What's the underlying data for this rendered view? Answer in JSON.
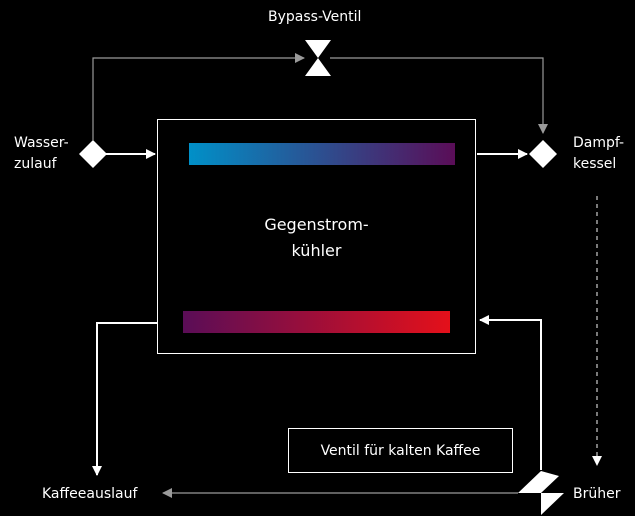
{
  "labels": {
    "bypass": "Bypass-Ventil",
    "water_inlet_1": "Wasser-",
    "water_inlet_2": "zulauf",
    "steam_boiler_1": "Dampf-",
    "steam_boiler_2": "kessel",
    "exchanger_1": "Gegenstrom-",
    "exchanger_2": "kühler",
    "cold_coffee_valve": "Ventil für kalten Kaffee",
    "coffee_outlet": "Kaffeeauslauf",
    "brewer": "Brüher"
  },
  "colors": {
    "background": "#000000",
    "line": "#ffffff",
    "muted_line": "#9a9a9a",
    "cold_start": "#0090c8",
    "cold_end": "#5a0d57",
    "hot_start": "#5a0d57",
    "hot_end": "#e4101a"
  }
}
